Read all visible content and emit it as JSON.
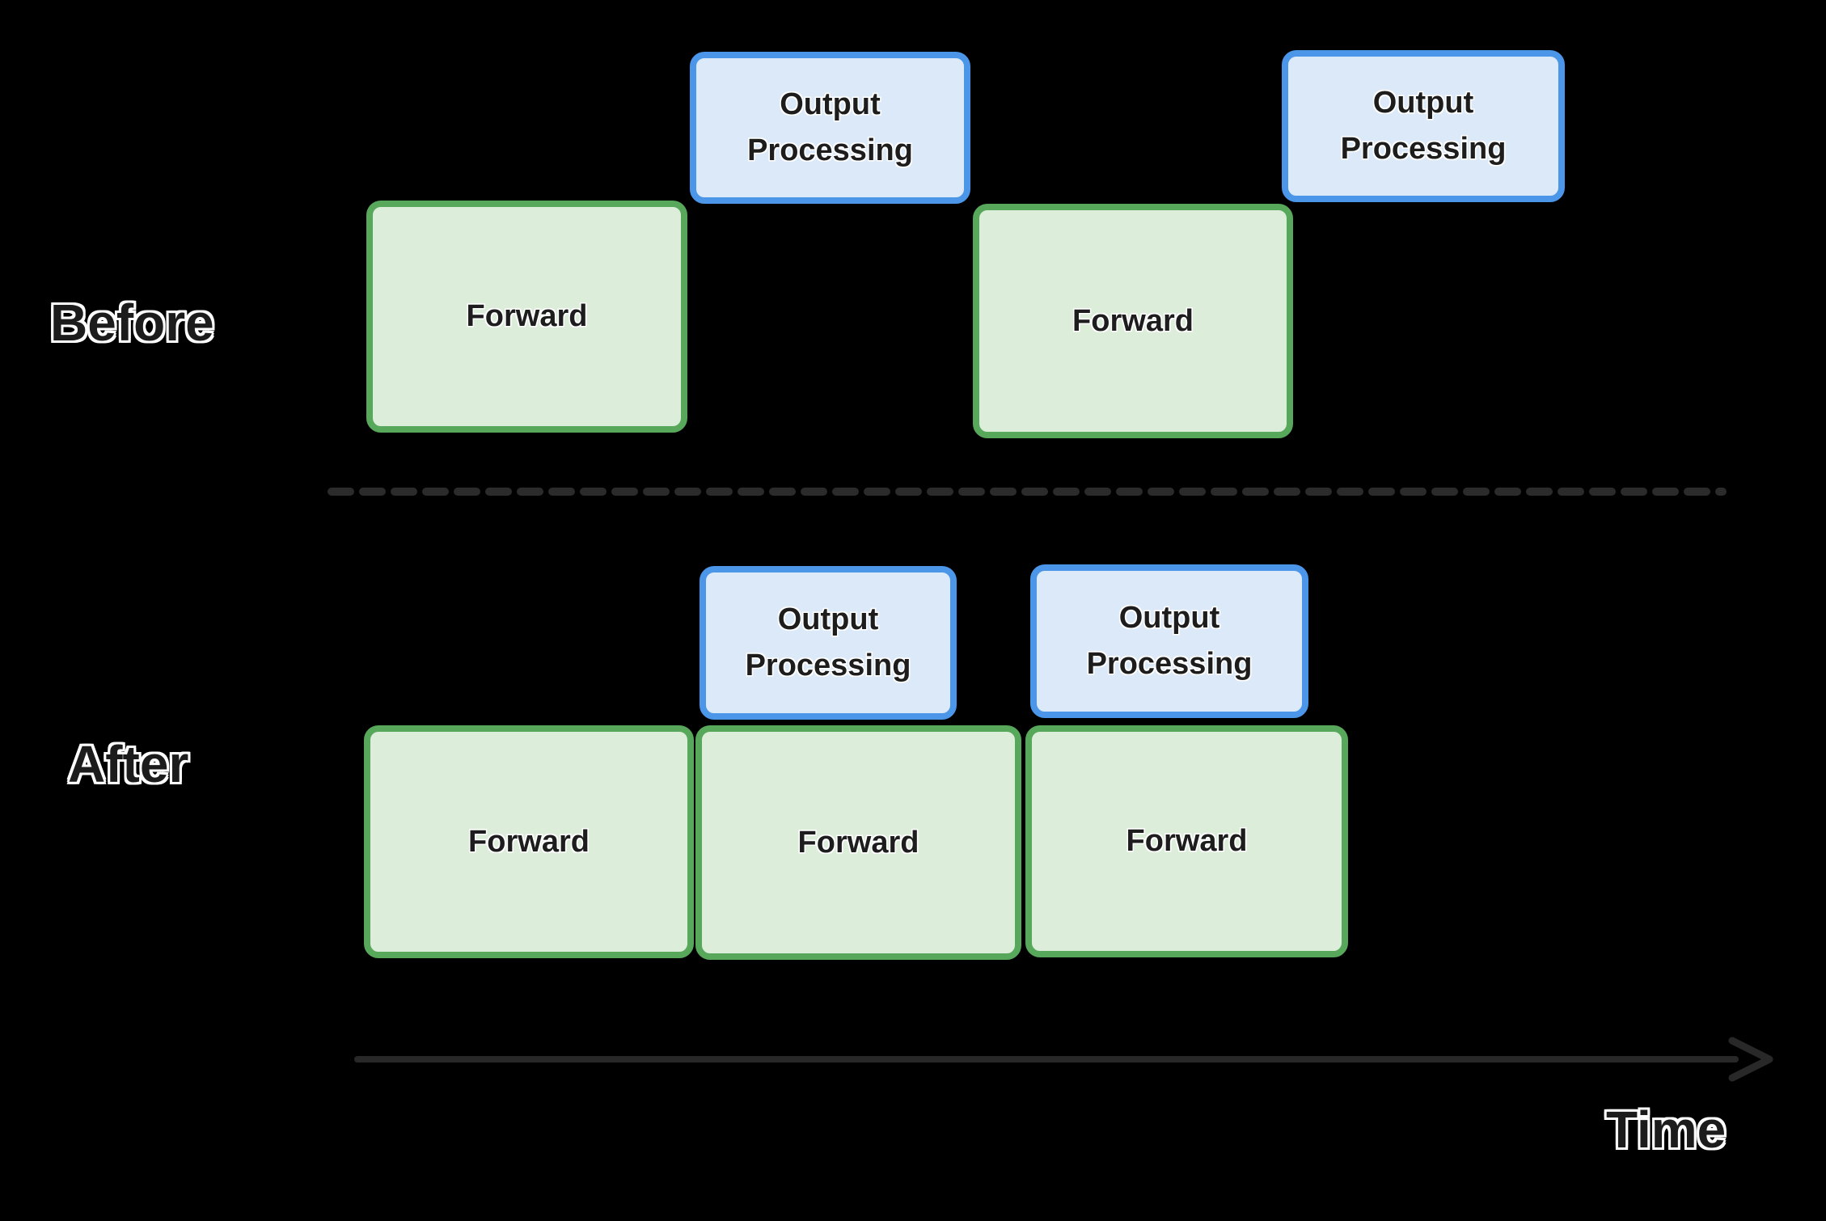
{
  "rows": [
    {
      "name": "before",
      "label": "Before",
      "sequence": [
        {
          "type": "forward",
          "label": "Forward"
        },
        {
          "type": "output-processing",
          "label": "Output Processing"
        },
        {
          "type": "forward",
          "label": "Forward"
        },
        {
          "type": "output-processing",
          "label": "Output Processing"
        }
      ]
    },
    {
      "name": "after",
      "label": "After",
      "output_row": [
        {
          "type": "output-processing",
          "label": "Output Processing"
        },
        {
          "type": "output-processing",
          "label": "Output Processing"
        }
      ],
      "forward_row": [
        {
          "type": "forward",
          "label": "Forward"
        },
        {
          "type": "forward",
          "label": "Forward"
        },
        {
          "type": "forward",
          "label": "Forward"
        }
      ]
    }
  ],
  "divider": {
    "style": "dashed"
  },
  "axis": {
    "label": "Time",
    "direction": "right"
  },
  "colors": {
    "background": "#000000",
    "forward_fill": "#dcedda",
    "forward_border": "#58a85c",
    "output_fill": "#dbe9f8",
    "output_border": "#4b96e8",
    "axis_line": "#2b2b2b",
    "box_text": "#1d1d1d",
    "label_text": "#1c1c1c",
    "label_outline": "#ffffff"
  }
}
